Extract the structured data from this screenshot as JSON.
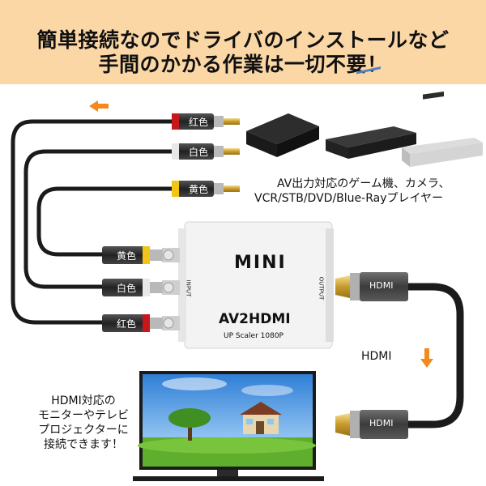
{
  "banner": {
    "line1": "簡単接続なのでドライバのインストールなど",
    "line2": "手間のかかる作業は一切不要！"
  },
  "source_devices": {
    "caption_line1": "AV出力対応のゲーム機、カメラ、",
    "caption_line2": "VCR/STB/DVD/Blue-Rayプレイヤー"
  },
  "top_plugs": [
    {
      "label": "红色",
      "color": "#c8161d"
    },
    {
      "label": "白色",
      "color": "#e8e8e8"
    },
    {
      "label": "黄色",
      "color": "#f2c417"
    }
  ],
  "left_plugs": [
    {
      "label": "黄色",
      "color": "#f2c417"
    },
    {
      "label": "白色",
      "color": "#e8e8e8"
    },
    {
      "label": "红色",
      "color": "#c8161d"
    }
  ],
  "converter": {
    "brand": "MINI",
    "model": "AV2HDMI",
    "subtitle": "UP Scaler 1080P",
    "input_label": "INPUT",
    "output_label": "OUTPUT"
  },
  "hdmi": {
    "plug_label_top": "HDMI",
    "plug_label_bottom": "HDMI",
    "cable_label": "HDMI"
  },
  "display": {
    "caption_line1": "HDMI対応の",
    "caption_line2": "モニターやテレビ",
    "caption_line3": "プロジェクターに",
    "caption_line4": "接続できます！"
  },
  "colors": {
    "banner_bg": "#fbd7a6",
    "arrow_orange": "#f28a1e",
    "cable": "#1b1b1b",
    "converter_body": "#f4f4f4"
  }
}
